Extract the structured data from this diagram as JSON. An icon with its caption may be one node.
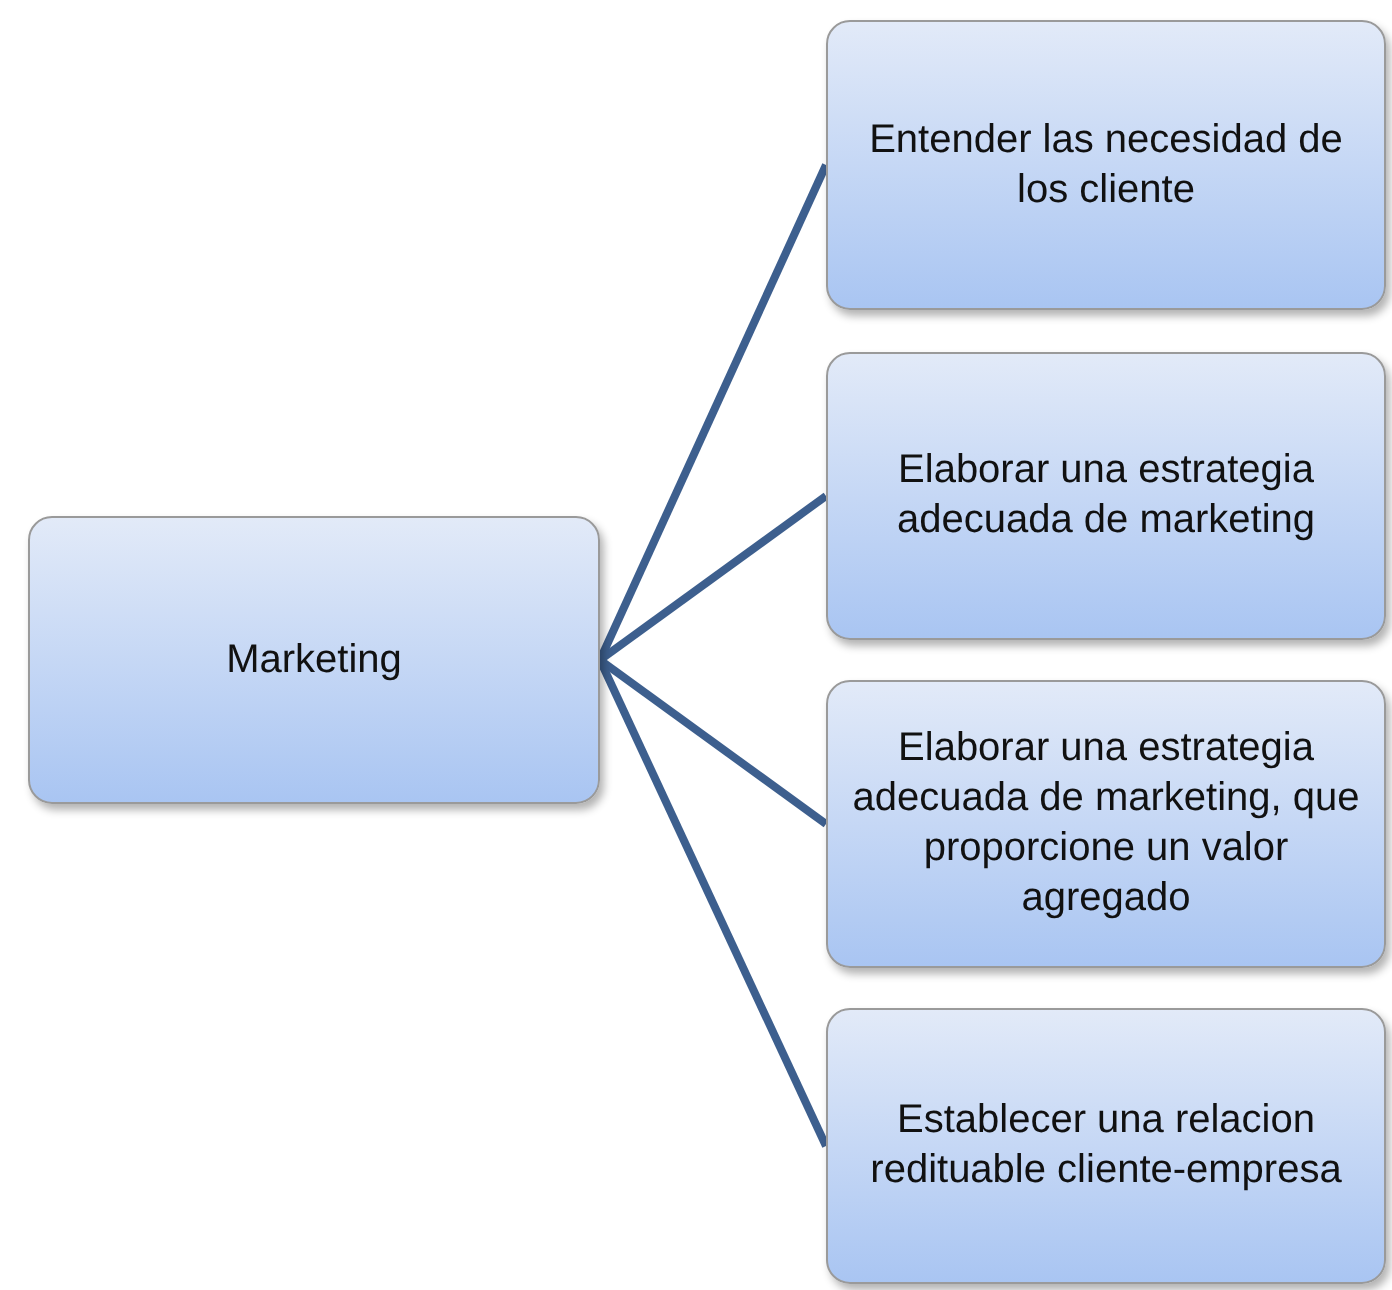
{
  "diagram": {
    "nodes": [
      {
        "text": [
          "Marketing"
        ]
      },
      {
        "text": [
          "Entender las necesidad de los cliente"
        ]
      },
      {
        "text": [
          "Elaborar una estrategia adecuada de marketing"
        ]
      },
      {
        "text": [
          "Elaborar una estrategia adecuada de marketing, que proporcione un valor agregado"
        ]
      },
      {
        "text": [
          "Establecer una relacion redituable cliente-empresa"
        ]
      }
    ],
    "edges": [
      {
        "from": 0,
        "to": 1,
        "arrow": "none"
      },
      {
        "from": 0,
        "to": 2,
        "arrow": "none"
      },
      {
        "from": 0,
        "to": 3,
        "arrow": "none"
      },
      {
        "from": 0,
        "to": 4,
        "arrow": "none"
      }
    ]
  }
}
